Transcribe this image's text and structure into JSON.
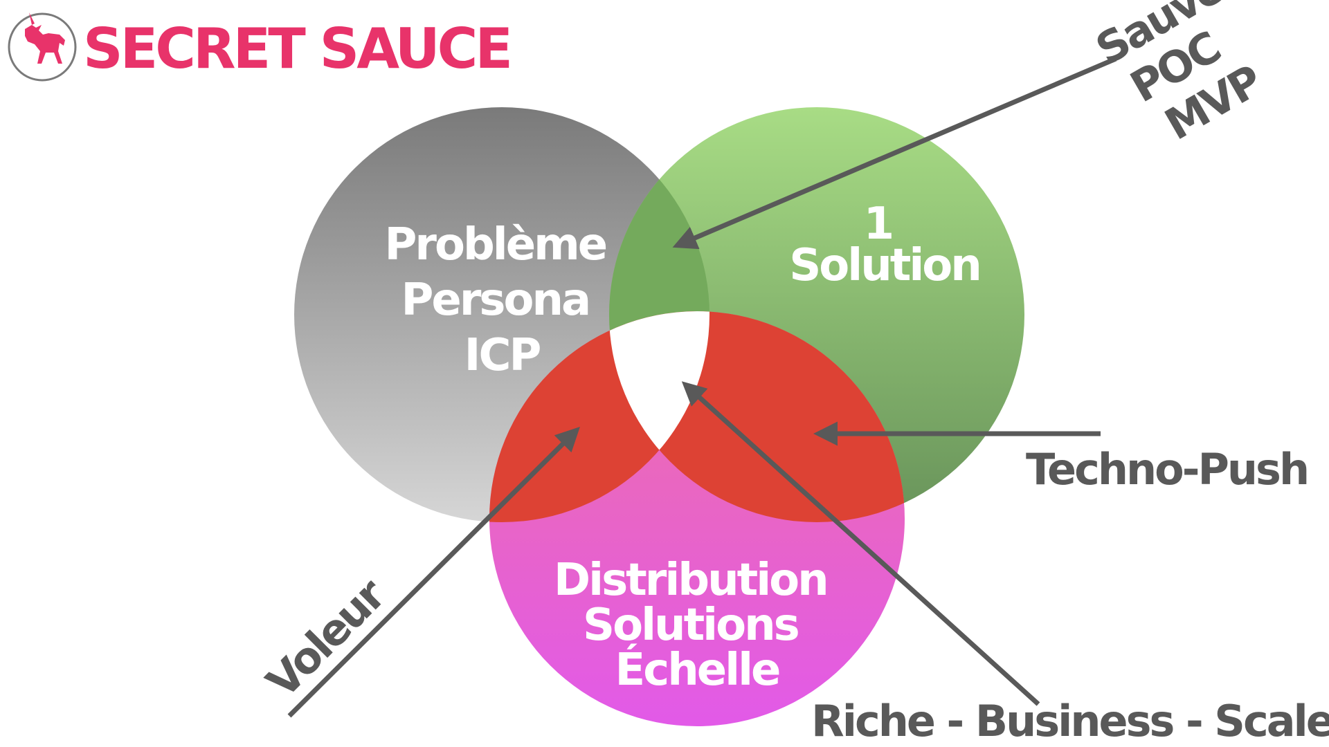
{
  "brand": {
    "name": "SECRET SAUCE",
    "icon": "unicorn-icon",
    "color": "#e8336a"
  },
  "circles": {
    "problem": {
      "lines": [
        "Problème",
        "Persona",
        "ICP"
      ],
      "color_top": "#7a7a7a",
      "color_bottom": "#d6d6d6"
    },
    "solution": {
      "lines": [
        "1",
        "Solution"
      ],
      "color_top": "#a8dc85",
      "color_bottom": "#68935a"
    },
    "distribution": {
      "lines": [
        "Distribution",
        "Solutions",
        "Échelle"
      ],
      "color_top": "#ee6fa6",
      "color_bottom": "#e25ae8"
    }
  },
  "overlaps": {
    "problem_solution": "#74aa5c",
    "with_distribution": "#dd4234",
    "center": "#ffffff"
  },
  "callouts": {
    "sauveur": [
      "Sauveur",
      "POC",
      "MVP"
    ],
    "techno_push": "Techno-Push",
    "voleur": "Voleur",
    "riche": "Riche - Business - Scale"
  },
  "arrow_color": "#595959"
}
